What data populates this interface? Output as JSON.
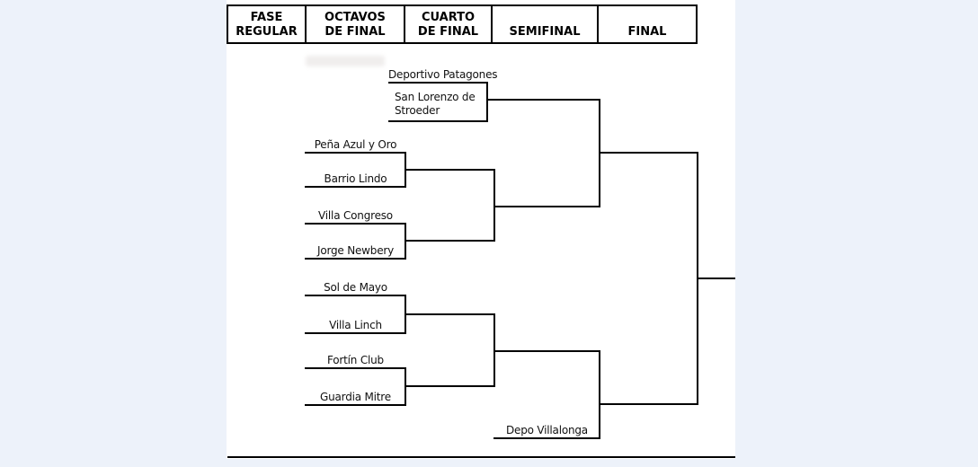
{
  "page": {
    "background_color": "#edf2fa",
    "content_background_color": "#ffffff",
    "line_color": "#000000"
  },
  "header": {
    "columns": [
      {
        "line1": "FASE",
        "line2": "REGULAR"
      },
      {
        "line1": "OCTAVOS",
        "line2": "DE FINAL"
      },
      {
        "line1": "CUARTO",
        "line2": "DE FINAL"
      },
      {
        "line1": "",
        "line2": "SEMIFINAL"
      },
      {
        "line1": "",
        "line2": "FINAL"
      }
    ]
  },
  "bracket": {
    "octavos": {
      "match1": {
        "home": "Deportivo Patagones",
        "away": "San Lorenzo de Stroeder"
      }
    },
    "cuartos": {
      "match1": {
        "home": "Peña Azul y Oro",
        "away": "Barrio Lindo"
      },
      "match2": {
        "home": "Villa Congreso",
        "away": "Jorge Newbery"
      },
      "match3": {
        "home": "Sol de Mayo",
        "away": "Villa Linch"
      },
      "match4": {
        "home": "Fortín Club",
        "away": "Guardia Mitre"
      }
    },
    "semifinal": {
      "bye_team": "Depo Villalonga"
    }
  }
}
